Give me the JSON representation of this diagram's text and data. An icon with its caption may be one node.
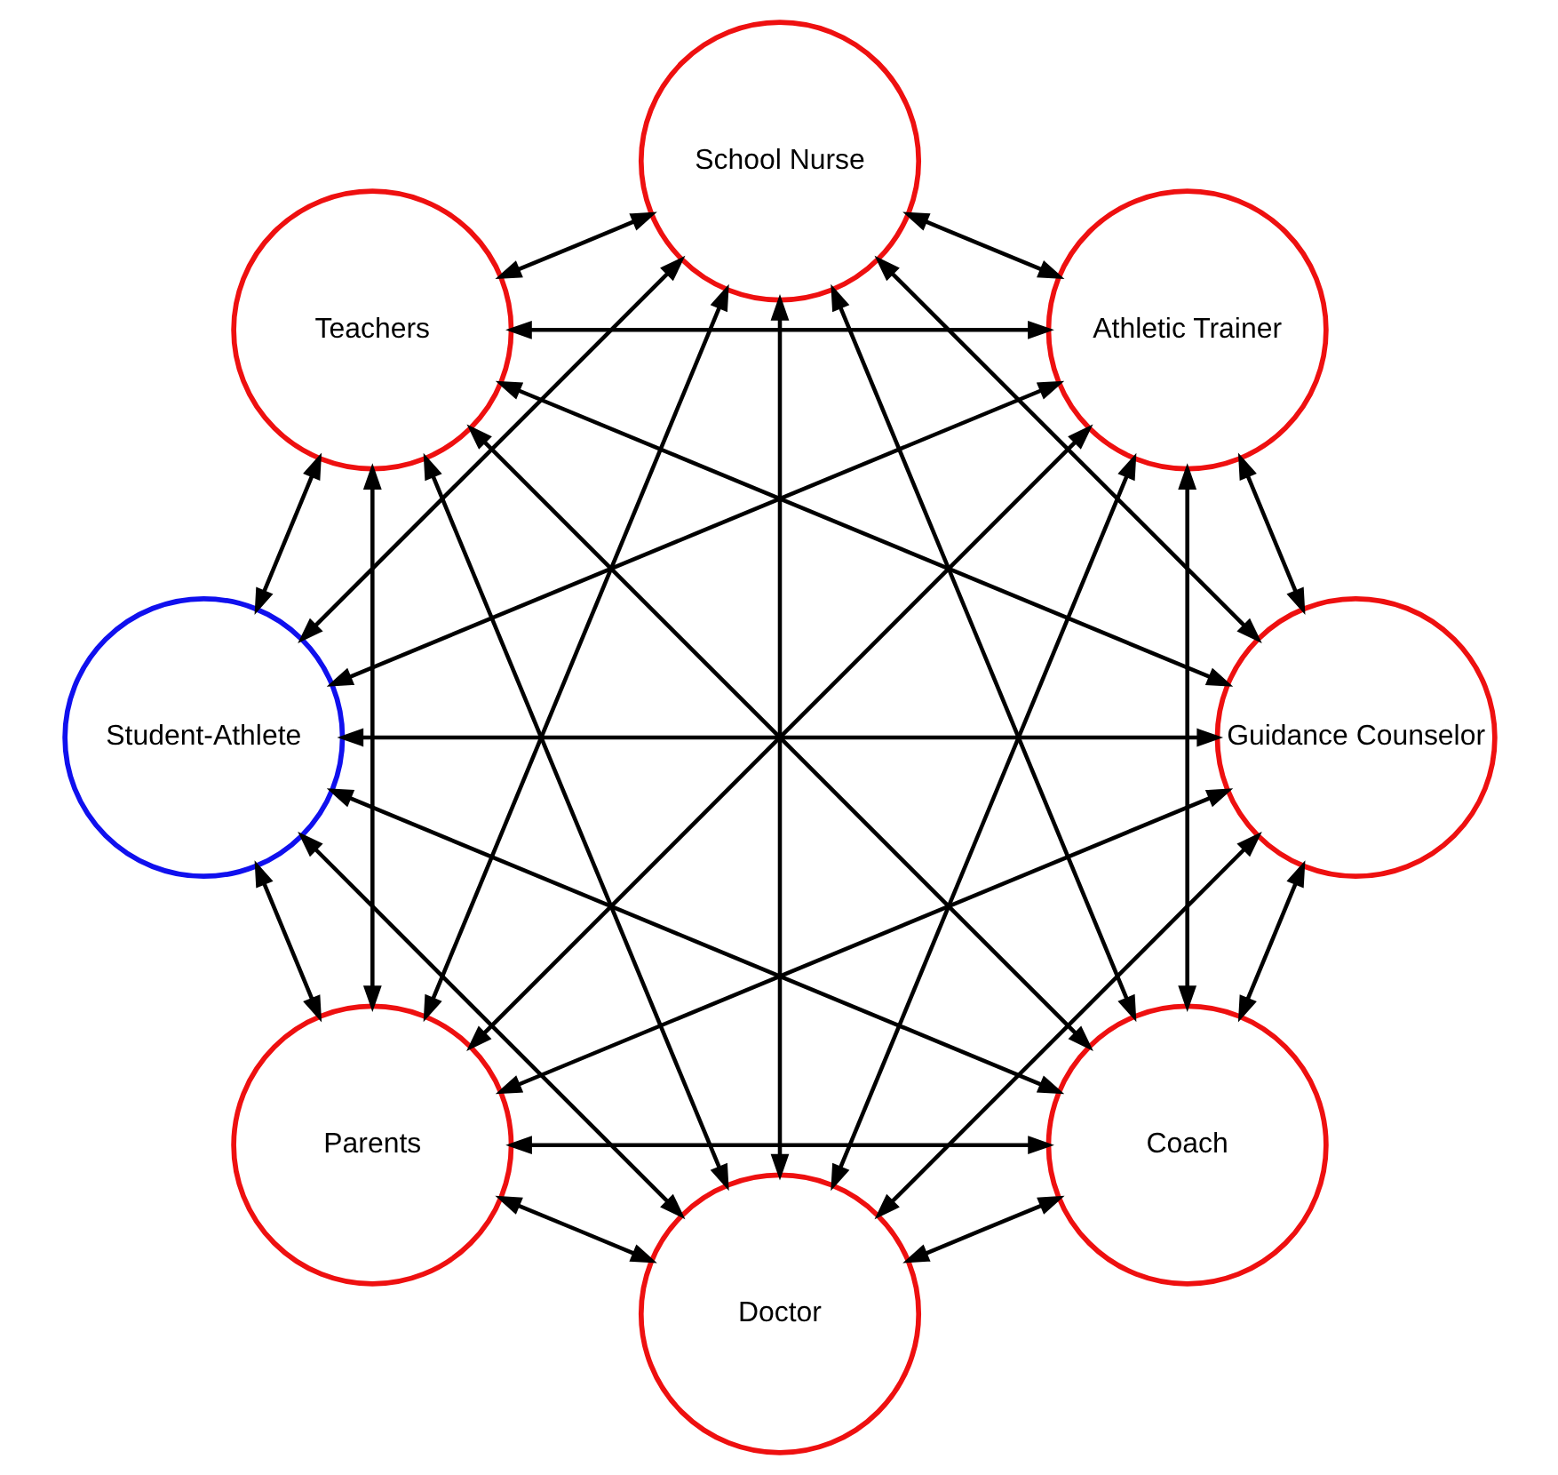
{
  "diagram": {
    "nodes": [
      {
        "text": [
          "Coach"
        ]
      },
      {
        "text": [
          "Guidance Counselor"
        ]
      },
      {
        "text": [
          "Parents"
        ]
      },
      {
        "text": [
          "Student-Athlete"
        ]
      },
      {
        "text": [
          "Teachers"
        ]
      },
      {
        "text": [
          "School Nurse"
        ]
      },
      {
        "text": [
          "Athletic Trainer"
        ]
      },
      {
        "text": [
          "Doctor"
        ]
      }
    ],
    "edges": [
      {
        "from": 0,
        "to": 1,
        "arrow": "both"
      },
      {
        "from": 0,
        "to": 2,
        "arrow": "both"
      },
      {
        "from": 0,
        "to": 3,
        "arrow": "both"
      },
      {
        "from": 0,
        "to": 4,
        "arrow": "both"
      },
      {
        "from": 0,
        "to": 5,
        "arrow": "both"
      },
      {
        "from": 0,
        "to": 6,
        "arrow": "both"
      },
      {
        "from": 0,
        "to": 7,
        "arrow": "both"
      },
      {
        "from": 1,
        "to": 2,
        "arrow": "both"
      },
      {
        "from": 1,
        "to": 3,
        "arrow": "both"
      },
      {
        "from": 1,
        "to": 4,
        "arrow": "both"
      },
      {
        "from": 1,
        "to": 5,
        "arrow": "both"
      },
      {
        "from": 1,
        "to": 6,
        "arrow": "both"
      },
      {
        "from": 1,
        "to": 7,
        "arrow": "both"
      },
      {
        "from": 2,
        "to": 3,
        "arrow": "both"
      },
      {
        "from": 2,
        "to": 4,
        "arrow": "both"
      },
      {
        "from": 2,
        "to": 5,
        "arrow": "both"
      },
      {
        "from": 2,
        "to": 6,
        "arrow": "both"
      },
      {
        "from": 2,
        "to": 7,
        "arrow": "both"
      },
      {
        "from": 3,
        "to": 4,
        "arrow": "both"
      },
      {
        "from": 3,
        "to": 5,
        "arrow": "both"
      },
      {
        "from": 3,
        "to": 6,
        "arrow": "both"
      },
      {
        "from": 3,
        "to": 7,
        "arrow": "both"
      },
      {
        "from": 4,
        "to": 5,
        "arrow": "both"
      },
      {
        "from": 4,
        "to": 6,
        "arrow": "both"
      },
      {
        "from": 4,
        "to": 7,
        "arrow": "both"
      },
      {
        "from": 5,
        "to": 6,
        "arrow": "both"
      },
      {
        "from": 5,
        "to": 7,
        "arrow": "both"
      },
      {
        "from": 6,
        "to": 7,
        "arrow": "both"
      }
    ]
  }
}
